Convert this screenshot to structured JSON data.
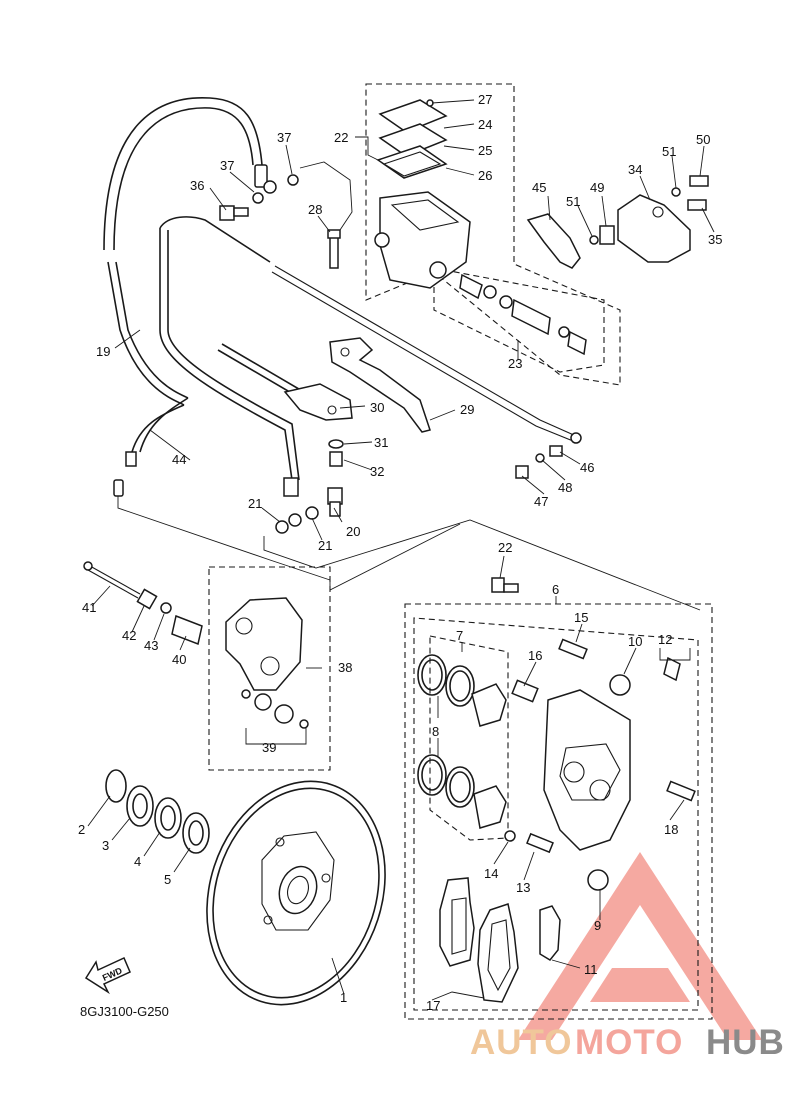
{
  "diagram": {
    "code": "8GJ3100-G250",
    "fwd_label": "FWD",
    "callouts": [
      "1",
      "2",
      "3",
      "4",
      "5",
      "6",
      "7",
      "8",
      "9",
      "10",
      "11",
      "12",
      "13",
      "14",
      "15",
      "16",
      "17",
      "18",
      "19",
      "20",
      "21",
      "21",
      "22",
      "23",
      "24",
      "25",
      "26",
      "27",
      "28",
      "29",
      "30",
      "31",
      "32",
      "33",
      "34",
      "35",
      "36",
      "37",
      "37",
      "38",
      "39",
      "40",
      "41",
      "42",
      "43",
      "44",
      "45",
      "46",
      "47",
      "48",
      "49",
      "50",
      "51",
      "51"
    ]
  },
  "watermark": {
    "part1": "AUTO",
    "part2": "MOTO",
    "part3": "HUB",
    "colors": {
      "auto": "#f0c79a",
      "moto": "#f4a59c",
      "hub": "#8a8a8a",
      "triangle": "#f39a90"
    }
  }
}
